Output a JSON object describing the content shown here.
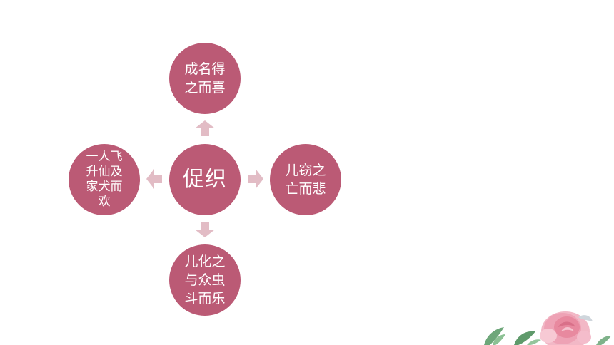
{
  "diagram": {
    "center": "促织",
    "top": "成名得\n之而喜",
    "right": "儿窃之\n亡而悲",
    "bottom": "儿化之\n与众虫\n斗而乐",
    "left": "一人飞\n升仙及\n家犬而\n欢"
  },
  "colors": {
    "node": "#bb5a75",
    "arrow": "#e2bcc5",
    "text": "#ffffff"
  },
  "icons": {
    "up": "arrow-up-icon",
    "right": "arrow-right-icon",
    "down": "arrow-down-icon",
    "left": "arrow-left-icon",
    "decoration": "rose-flower-icon"
  }
}
